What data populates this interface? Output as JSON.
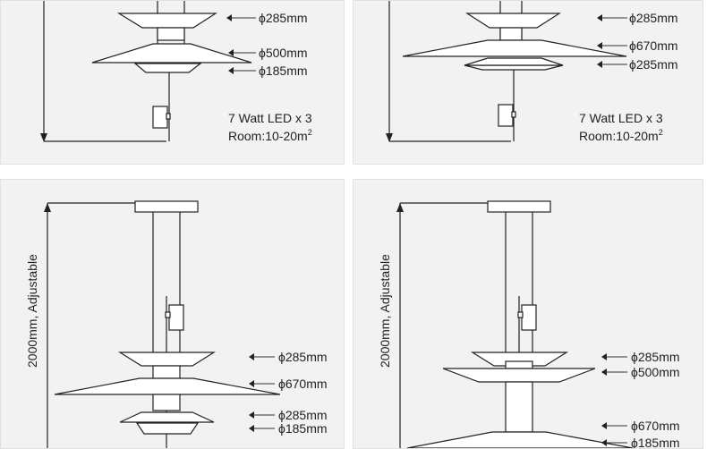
{
  "panels": {
    "top_left": {
      "dims": [
        "285mm",
        "500mm",
        "185mm"
      ],
      "spec": "7 Watt LED x 3",
      "room": "Room:10-20m",
      "room_sup": "2"
    },
    "top_right": {
      "dims": [
        "285mm",
        "670mm",
        "285mm"
      ],
      "spec": "7 Watt LED x 3",
      "room": "Room:10-20m",
      "room_sup": "2"
    },
    "bottom_left": {
      "height_label": "2000mm, Adjustable",
      "dims": [
        "285mm",
        "670mm",
        "285mm",
        "185mm"
      ]
    },
    "bottom_right": {
      "height_label": "2000mm, Adjustable",
      "dims": [
        "285mm",
        "500mm",
        "670mm",
        "185mm"
      ]
    }
  },
  "symbols": {
    "diameter": "ϕ"
  }
}
